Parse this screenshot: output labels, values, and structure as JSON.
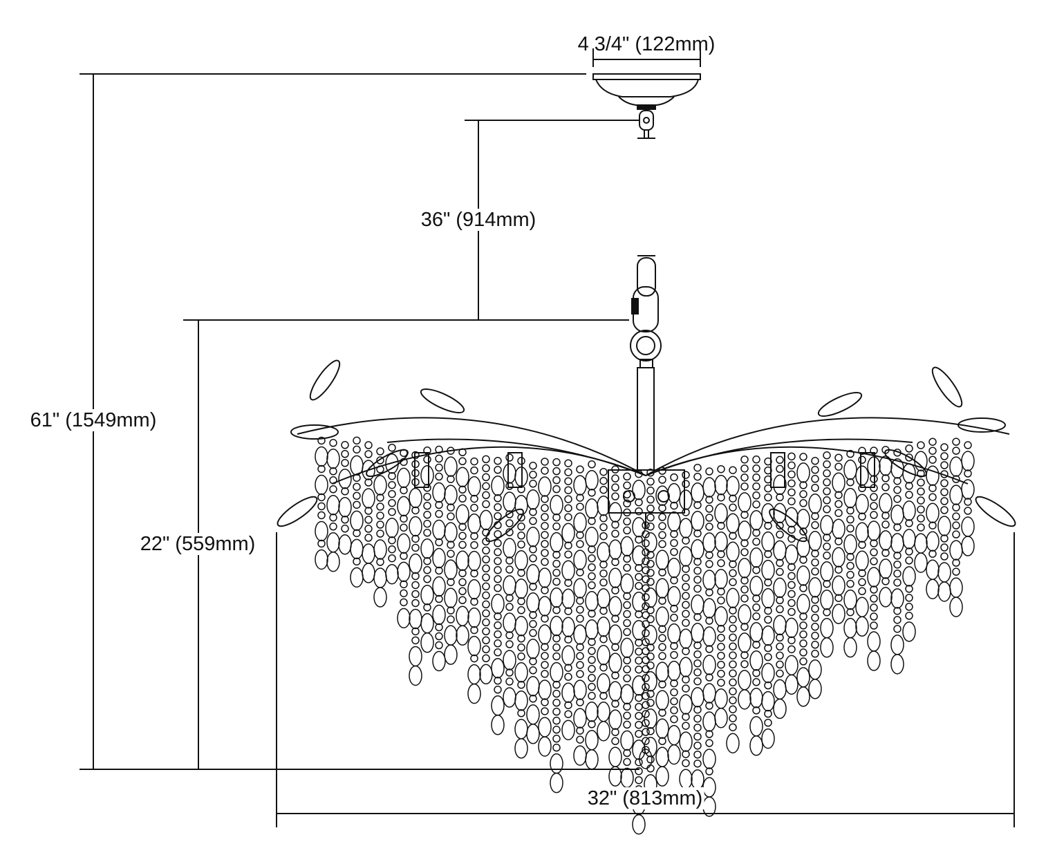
{
  "dimensions": {
    "canopy_width": "4 3/4\" (122mm)",
    "chain_length": "36\" (914mm)",
    "overall_height": "61\" (1549mm)",
    "fixture_height": "22\" (559mm)",
    "fixture_width": "32\" (813mm)"
  },
  "colors": {
    "line": "#111111",
    "background": "#ffffff"
  }
}
